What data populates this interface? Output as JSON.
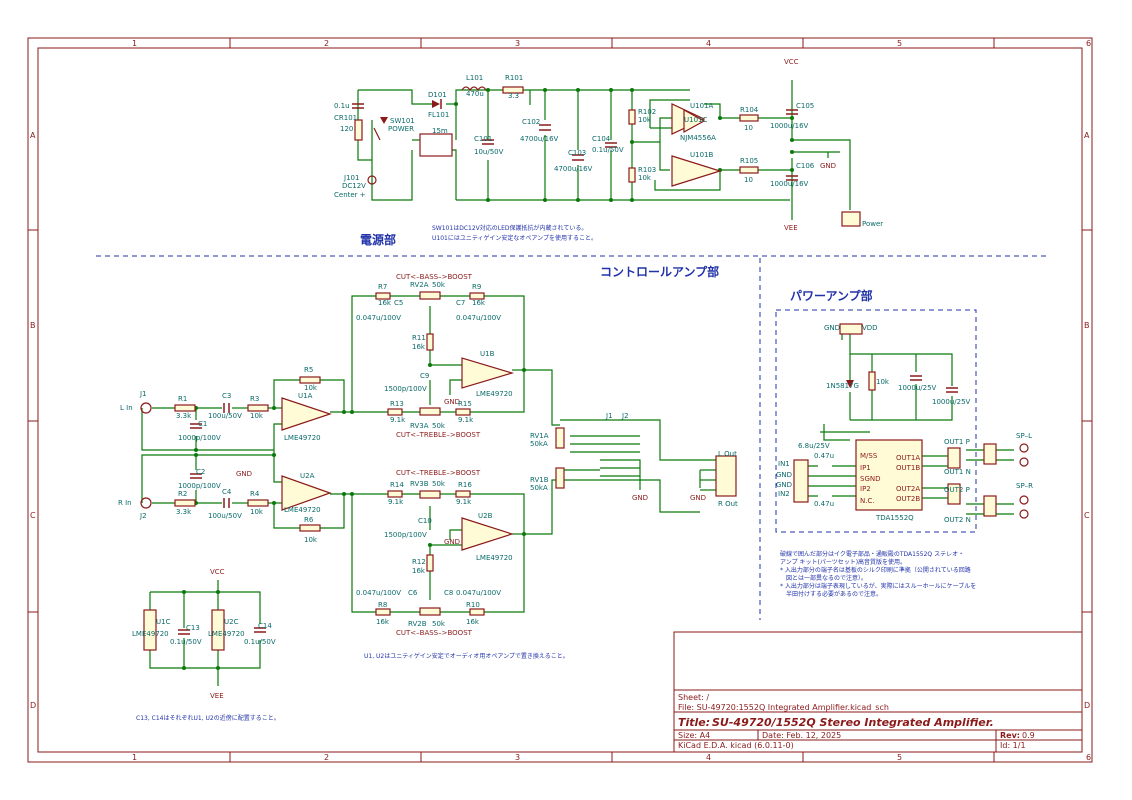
{
  "zones": {
    "cols": [
      "1",
      "2",
      "3",
      "4",
      "5",
      "6"
    ],
    "rows": [
      "A",
      "B",
      "C",
      "D"
    ]
  },
  "sections": {
    "power_supply": "電源部",
    "control_amp": "コントロールアンプ部",
    "power_amp": "パワーアンプ部"
  },
  "notes": {
    "psu_line1": "SW101はDC12V対応のLED保護抵抗が内蔵されている。",
    "psu_line2": "U101にはユニティゲイン安定なオペアンプを使用すること。",
    "ctrl": "U1, U2はユニティゲイン安定でオーディオ用オペアンプで置き換えること。",
    "decoupling": "C13, C14はそれぞれU1, U2の近傍に配置すること。",
    "pa1": "破線で囲んだ部分はイク電子部品・通販殿のTDA1552Q ステレオ・",
    "pa2": "アンプ キット(パーツセット)高音質版を使用。",
    "pa3": "* 入出力部分の端子名は基板のシルク印刷に準拠（公開されている回路",
    "pa4": "図とは一部異なるので注意）。",
    "pa5": "* 入出力部分は端子表現しているが、実際にはスルーホールにケーブルを",
    "pa6": "半田付けする必要があるので注意。"
  },
  "power": {
    "vcc": "VCC",
    "vee": "VEE",
    "gnd": "GND",
    "c_top": "0.1u",
    "cr101": "CR101",
    "cr_val": "120",
    "sw101": "SW101",
    "sw_val": "POWER",
    "j101": "J101",
    "j101_val": "DC12V",
    "j101_note": "Center +",
    "d101": "D101",
    "fl101": "FL101",
    "fl_val": "15m",
    "l101": "L101",
    "l101_val": "470u",
    "r101": "R101",
    "r101_val": "3.3",
    "c101": "C101",
    "c101_val": "10u/50V",
    "c102": "C102",
    "c102_val": "4700u/16V",
    "c103": "C103",
    "c103_val": "4700u/16V",
    "c104": "C104",
    "c104_val": "0.1u/50V",
    "r102": "R102",
    "r102_val": "10k",
    "r103": "R103",
    "r103_val": "10k",
    "u101a": "U101A",
    "u101c": "U101C",
    "u101b": "U101B",
    "u101_val": "NJM4556A",
    "r104": "R104",
    "r104_val": "10",
    "r105": "R105",
    "r105_val": "10",
    "c105": "C105",
    "c105_val": "1000u/16V",
    "c106": "C106",
    "c106_val": "1000u/16V",
    "conn": "Power"
  },
  "ctrl": {
    "bass_top": "CUT<–BASS–>BOOST",
    "treble_top": "CUT<–TREBLE–>BOOST",
    "treble_bot": "CUT<–TREBLE–>BOOST",
    "bass_bot": "CUT<–BASS–>BOOST",
    "rv2a": "RV2A",
    "rv2a_val": "50k",
    "rv3a": "RV3A",
    "rv3a_val": "50k",
    "rv3b": "RV3B",
    "rv3b_val": "50k",
    "rv2b": "RV2B",
    "rv2b_val": "50k",
    "r7": "R7",
    "r7_val": "16k",
    "r9": "R9",
    "r9_val": "16k",
    "c5": "C5",
    "c5_val": "0.047u/100V",
    "c7": "C7",
    "c7_val": "0.047u/100V",
    "r11": "R11",
    "r11_val": "16k",
    "c9": "C9",
    "c9_val": "1500p/100V",
    "u1b": "U1B",
    "u1_val": "LME49720",
    "r13": "R13",
    "r13_val": "9.1k",
    "r15": "R15",
    "r15_val": "9.1k",
    "j1": "J1",
    "l_in": "L In",
    "r_in": "R In",
    "j2": "J2",
    "r1": "R1",
    "r1_val": "3.3k",
    "c3": "C3",
    "c3_val": "100u/50V",
    "r3": "R3",
    "r3_val": "10k",
    "r5": "R5",
    "r5_val": "10k",
    "u1a": "U1A",
    "c1": "C1",
    "c1_val": "1000p/100V",
    "c2": "C2",
    "c2_val": "1000p/100V",
    "r2": "R2",
    "r2_val": "3.3k",
    "c4": "C4",
    "c4_val": "100u/50V",
    "r4": "R4",
    "r4_val": "10k",
    "u2a": "U2A",
    "r6": "R6",
    "r6_val": "10k",
    "r14": "R14",
    "r14_val": "9.1k",
    "r16": "R16",
    "r16_val": "9.1k",
    "c10": "C10",
    "c10_val": "1500p/100V",
    "u2b": "U2B",
    "r12": "R12",
    "r12_val": "16k",
    "c6": "C6",
    "c6_val": "0.047u/100V",
    "c8": "C8",
    "c8_val": "0.047u/100V",
    "r8": "R8",
    "r8_val": "16k",
    "r10": "R10",
    "r10_val": "16k",
    "rv1a": "RV1A",
    "rv1a_val": "50kA",
    "rv1b": "RV1B",
    "rv1b_val": "50kA",
    "sw_j1": "J1",
    "sw_j2": "J2",
    "l_out": "L Out",
    "r_out": "R Out",
    "u1c": "U1C",
    "u2c": "U2C",
    "c13": "C13",
    "c13_val": "0.1u/50V",
    "c14": "C14",
    "c14_val": "0.1u/50V"
  },
  "pa": {
    "gnd": "GND",
    "vdd": "VDD",
    "d": "1N5817G",
    "r": "10k",
    "c_big1": "1000u/25V",
    "c_big2": "1000u/25V",
    "c_in1": "6.8u/25V",
    "c_in2": "0.47u",
    "c_in3": "0.47u",
    "in_conn": [
      "IN1",
      "GND",
      "GND",
      "IN2"
    ],
    "ic": "TDA1552Q",
    "pins_left": [
      "M/SS",
      "IP1",
      "SGND",
      "IP2",
      "N.C."
    ],
    "pins_right": [
      "OUT1A",
      "OUT1B",
      "OUT2A",
      "OUT2B"
    ],
    "out1p": "OUT1 P",
    "out1n": "OUT1 N",
    "out2p": "OUT2 P",
    "out2n": "OUT2 N",
    "spl": "SP–L",
    "spr": "SP–R"
  },
  "title_block": {
    "sheet": "Sheet: /",
    "file": "File: SU-49720:1552Q Integrated Amplifier.kicad_sch",
    "title_label": "Title:",
    "title": "SU-49720/1552Q Stereo Integrated Amplifier.",
    "size": "Size: A4",
    "date": "Date: Feb. 12, 2025",
    "rev_label": "Rev:",
    "rev": "0.9",
    "tool": "KiCad E.D.A.  kicad (6.0.11-0)",
    "id": "Id: 1/1"
  }
}
